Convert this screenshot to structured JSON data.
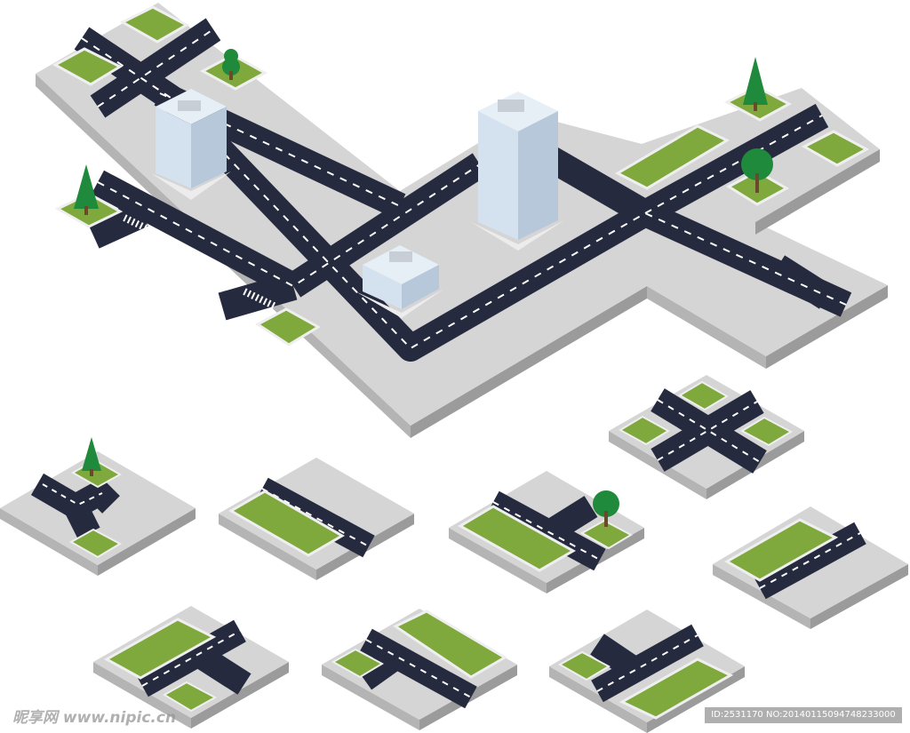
{
  "scene": {
    "description_kind": "isometric city road tile illustration",
    "colors": {
      "platform_top": "#d4d4d4",
      "platform_left": "#b4b4b4",
      "platform_right": "#999999",
      "road": "#262a3f",
      "road_dash": "#ffffff",
      "grass": "#7fa83d",
      "grass_edge": "#f2f2f2",
      "tree": "#1f8a3c",
      "building": "#c4d3e3"
    },
    "tiles": [
      {
        "name": "corner-tile",
        "icon": "road-corner-icon"
      },
      {
        "name": "straight-road-tile",
        "icon": "road-straight-icon"
      },
      {
        "name": "t-junction-tile-a",
        "icon": "road-t-junction-icon"
      },
      {
        "name": "crossroad-tile",
        "icon": "road-crossroad-icon"
      },
      {
        "name": "straight-road-tile-b",
        "icon": "road-straight-icon"
      },
      {
        "name": "t-junction-tile-b",
        "icon": "road-t-junction-icon"
      },
      {
        "name": "t-junction-tile-c",
        "icon": "road-t-junction-icon"
      },
      {
        "name": "t-junction-tile-d",
        "icon": "road-t-junction-icon"
      }
    ]
  },
  "watermark": {
    "left_text": "昵享网 www.nipic.cn",
    "right_text": "ID:2531170 NO:20140115094748233000"
  }
}
